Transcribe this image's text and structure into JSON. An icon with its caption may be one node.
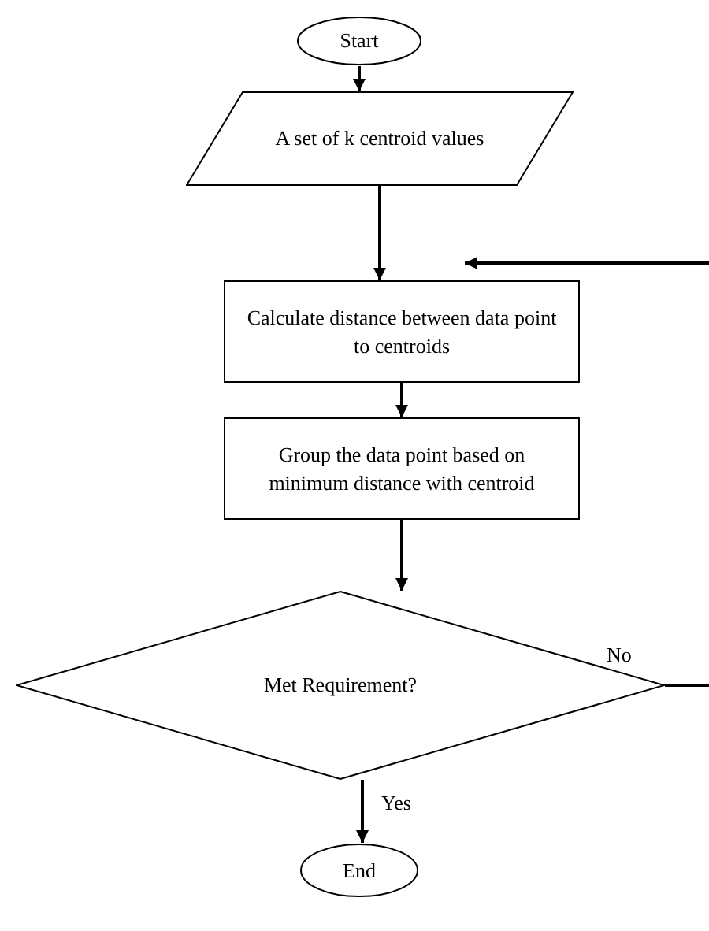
{
  "diagram": {
    "nodes": [
      {
        "text": [
          "Start"
        ]
      },
      {
        "text": [
          "A set of k centroid values"
        ]
      },
      {
        "text": [
          "Calculate distance between data point to centroids"
        ]
      },
      {
        "text": [
          "Group the data point based on minimum distance with centroid"
        ]
      },
      {
        "text": [
          "Met Requirement?"
        ]
      },
      {
        "text": [
          "End"
        ]
      }
    ],
    "edges": [
      {
        "from": 0,
        "to": 1,
        "arrow": "to"
      },
      {
        "from": 1,
        "to": 2,
        "arrow": "to"
      },
      {
        "from": 2,
        "to": 3,
        "arrow": "to"
      },
      {
        "from": 3,
        "to": 4,
        "arrow": "to"
      },
      {
        "from": 4,
        "to": 5,
        "arrow": "to",
        "label": "Yes"
      },
      {
        "from": 4,
        "to": null,
        "arrow": "none",
        "label": "No"
      },
      {
        "from": null,
        "to": 2,
        "arrow": "to"
      }
    ]
  }
}
